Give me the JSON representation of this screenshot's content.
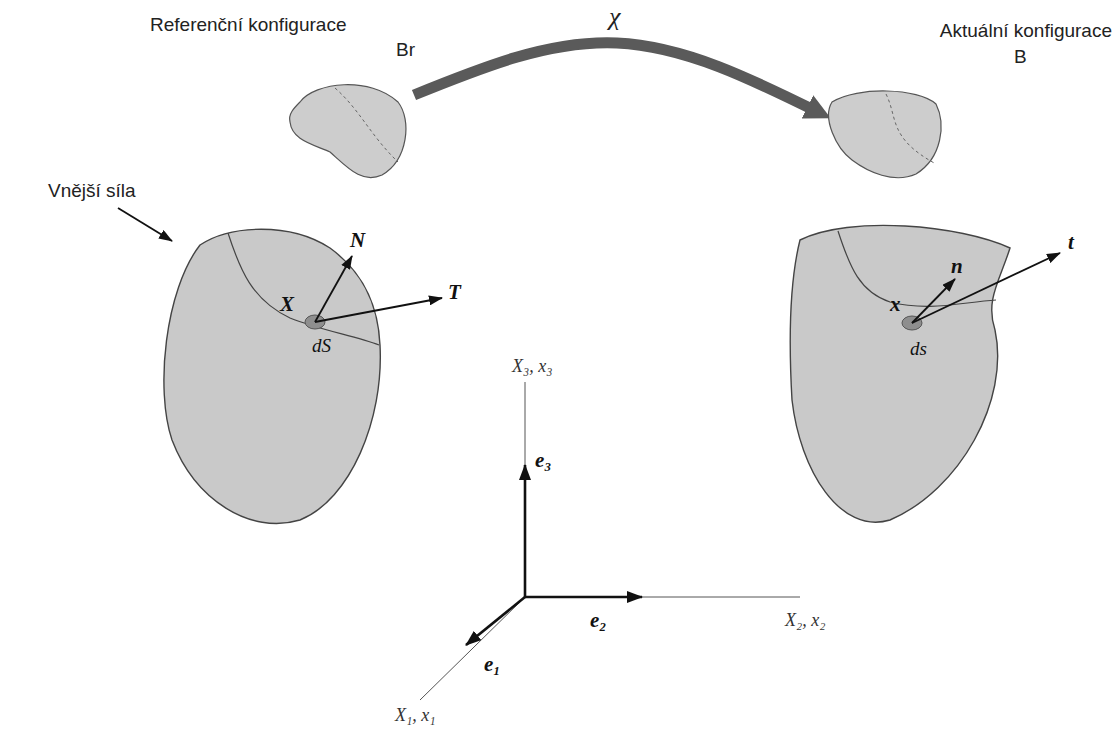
{
  "diagram": {
    "nodes": [
      {
        "text": [
          "Referenční konfigurace",
          "Br"
        ]
      },
      {
        "text": [
          "Aktuální konfigurace",
          "B"
        ]
      }
    ],
    "edges": [
      {
        "from": 0,
        "to": 1,
        "arrow": "to",
        "label": "χ"
      }
    ],
    "labels": [
      "Vnější síla",
      "N",
      "T",
      "X",
      "dS",
      "X₃, x₃",
      "e₃",
      "e₂",
      "X₂, x₂",
      "e₁",
      "X₁, x₁",
      "n",
      "t",
      "x",
      "ds"
    ]
  }
}
